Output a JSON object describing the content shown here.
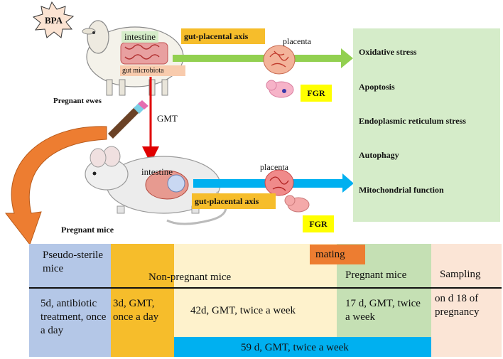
{
  "source": {
    "label": "BPA"
  },
  "ewe": {
    "caption": "Pregnant ewes",
    "intestine": "intestine",
    "microbiota": "gut microbiota"
  },
  "top_axis": {
    "label": "gut-placental axis",
    "placenta": "placenta",
    "fgr": "FGR"
  },
  "transfer": {
    "label": "GMT"
  },
  "mouse": {
    "caption": "Pregnant mice",
    "intestine": "intestine"
  },
  "bottom_axis": {
    "label": "gut-placental axis",
    "placenta": "placenta",
    "fgr": "FGR"
  },
  "effects": {
    "items": [
      "Oxidative stress",
      "Apoptosis",
      "Endoplasmic reticulum stress",
      "Autophagy",
      "Mitochondrial function"
    ]
  },
  "timeline": {
    "pseudo_sterile": "Pseudo-sterile mice",
    "antibiotic": "5d, antibiotic treatment, once a day",
    "gmt_3d": "3d, GMT, once a day",
    "non_pregnant": "Non-pregnant mice",
    "gmt_42d": "42d, GMT, twice a week",
    "mating": "mating",
    "pregnant": "Pregnant mice",
    "gmt_17d": "17 d, GMT, twice a week",
    "sampling": "Sampling",
    "sampling_day": "on d 18 of pregnancy",
    "gmt_59d": "59 d, GMT, twice a week"
  },
  "colors": {
    "blue_cell": "#b4c7e7",
    "orange_cell": "#f6bd2b",
    "cream_cell": "#fef2cc",
    "mating": "#ed7d31",
    "green_cell": "#c5e0b4",
    "pink_cell": "#fbe5d6",
    "bar_59d": "#00b0f0",
    "effects_bg": "#d5ecc9",
    "green_arrow": "#92d050",
    "blue_arrow": "#00b0f0"
  }
}
